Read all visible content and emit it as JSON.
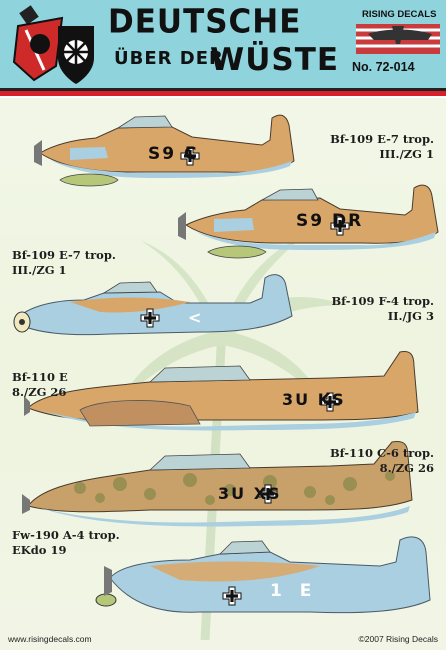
{
  "header": {
    "title_line1": "DEUTSCHE",
    "title_line2": "ÜBER DER",
    "title_line3": "WÜSTE",
    "brand": "RISING DECALS",
    "catalog_number": "No. 72-014"
  },
  "aircraft": [
    {
      "type": "Bf-109 E-7 trop.",
      "unit": "III./ZG 1",
      "codes": "S9 C",
      "align": "right"
    },
    {
      "type": "Bf-109 E-7 trop.",
      "unit": "III./ZG 1",
      "codes": "S9 DR",
      "align": "left"
    },
    {
      "type": "Bf-109 F-4 trop.",
      "unit": "II./JG 3",
      "codes": "<",
      "align": "right"
    },
    {
      "type": "Bf-110 E",
      "unit": "8./ZG 26",
      "codes": "3U KS",
      "align": "left"
    },
    {
      "type": "Bf-110 C-6 trop.",
      "unit": "8./ZG 26",
      "codes": "3U XS",
      "align": "right"
    },
    {
      "type": "Fw-190 A-4 trop.",
      "unit": "EKdo 19",
      "codes": "1 E",
      "align": "left"
    }
  ],
  "footer": {
    "website": "www.risingdecals.com",
    "copyright": "©2007 Rising Decals"
  },
  "colors": {
    "header_bg": "#8fd4dc",
    "sand": "#d9a66a",
    "light_blue": "#a9cfe0",
    "stripe_red": "#d8202a"
  }
}
